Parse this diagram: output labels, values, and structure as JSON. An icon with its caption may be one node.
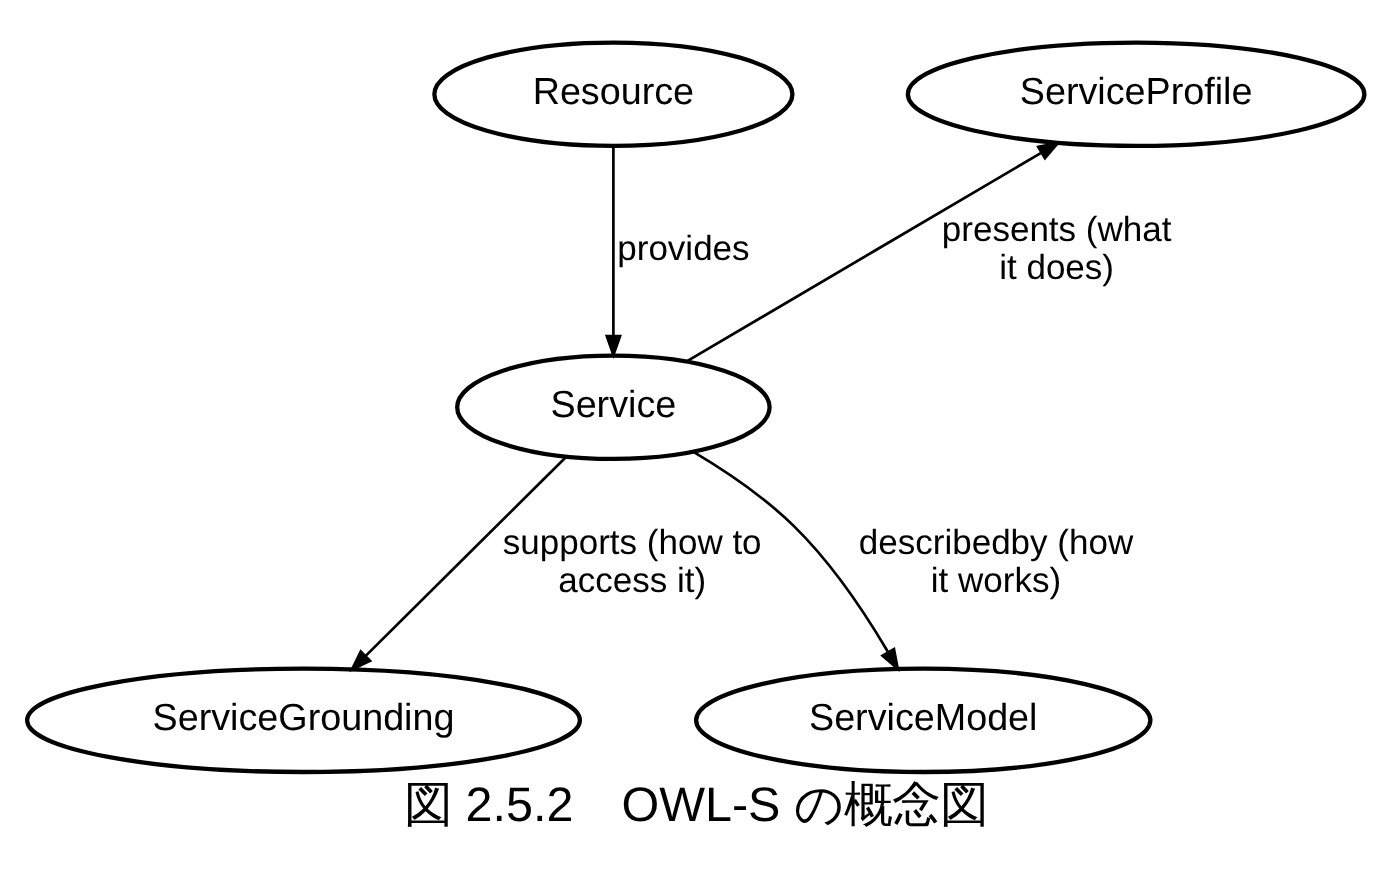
{
  "diagram": {
    "caption": "図 2.5.2　OWL-S の概念図",
    "nodes": [
      {
        "text": [
          "Resource"
        ]
      },
      {
        "text": [
          "ServiceProfile"
        ]
      },
      {
        "text": [
          "Service"
        ]
      },
      {
        "text": [
          "ServiceGrounding"
        ]
      },
      {
        "text": [
          "ServiceModel"
        ]
      }
    ],
    "edges": [
      {
        "from": 0,
        "to": 2,
        "arrow": "to",
        "label": "provides"
      },
      {
        "from": 2,
        "to": 1,
        "arrow": "to",
        "label": "presents (what it does)"
      },
      {
        "from": 2,
        "to": 3,
        "arrow": "to",
        "label": "supports (how to access it)"
      },
      {
        "from": 2,
        "to": 4,
        "arrow": "to",
        "label": "describedby (how it works)"
      }
    ]
  }
}
